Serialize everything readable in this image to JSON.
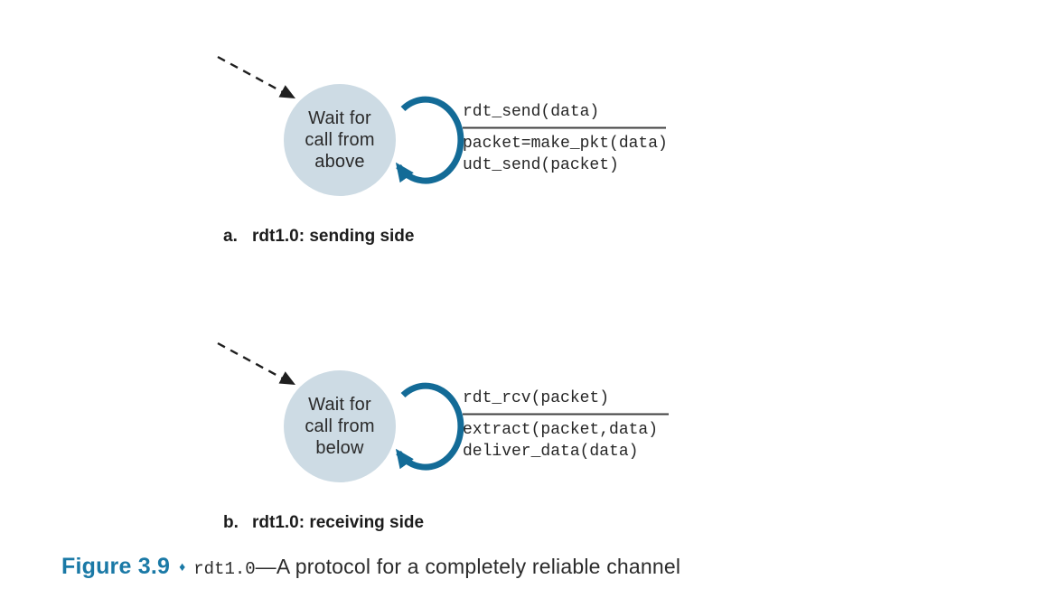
{
  "fsm_a": {
    "state_lines": [
      "Wait for",
      "call from",
      "above"
    ],
    "event": "rdt_send(data)",
    "actions": [
      "packet=make_pkt(data)",
      "udt_send(packet)"
    ],
    "caption_letter": "a.",
    "caption_text": "rdt1.0: sending side"
  },
  "fsm_b": {
    "state_lines": [
      "Wait for",
      "call from",
      "below"
    ],
    "event": "rdt_rcv(packet)",
    "actions": [
      "extract(packet,data)",
      "deliver_data(data)"
    ],
    "caption_letter": "b.",
    "caption_text": "rdt1.0: receiving side"
  },
  "figure_caption": {
    "label": "Figure 3.9",
    "bullet": "♦",
    "code_term": "rdt1.0",
    "rest": "—A protocol for a completely reliable channel"
  },
  "colors": {
    "state_fill": "#cddbe4",
    "loop_arrow": "#136b97",
    "figure_label": "#1a79a6",
    "rule_line": "#3f3f3f",
    "text": "#262626"
  }
}
